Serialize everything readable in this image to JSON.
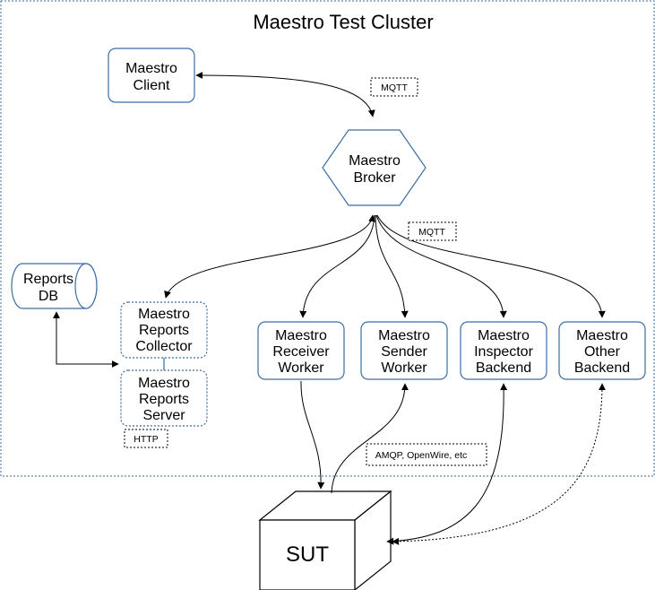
{
  "title": "Maestro Test Cluster",
  "nodes": {
    "client": [
      "Maestro",
      "Client"
    ],
    "broker": [
      "Maestro",
      "Broker"
    ],
    "reports_db": [
      "Reports",
      "DB"
    ],
    "reports_collector": [
      "Maestro",
      "Reports",
      "Collector"
    ],
    "reports_server": [
      "Maestro",
      "Reports",
      "Server"
    ],
    "receiver_worker": [
      "Maestro",
      "Receiver",
      "Worker"
    ],
    "sender_worker": [
      "Maestro",
      "Sender",
      "Worker"
    ],
    "inspector_backend": [
      "Maestro",
      "Inspector",
      "Backend"
    ],
    "other_backend": [
      "Maestro",
      "Other",
      "Backend"
    ],
    "sut": "SUT"
  },
  "labels": {
    "mqtt_top": "MQTT",
    "mqtt_mid": "MQTT",
    "http": "HTTP",
    "amqp": "AMQP, OpenWire, etc"
  },
  "colors": {
    "node_border": "#3a6ea5",
    "cluster_border": "#3a6ea5",
    "arrow": "#000000"
  }
}
